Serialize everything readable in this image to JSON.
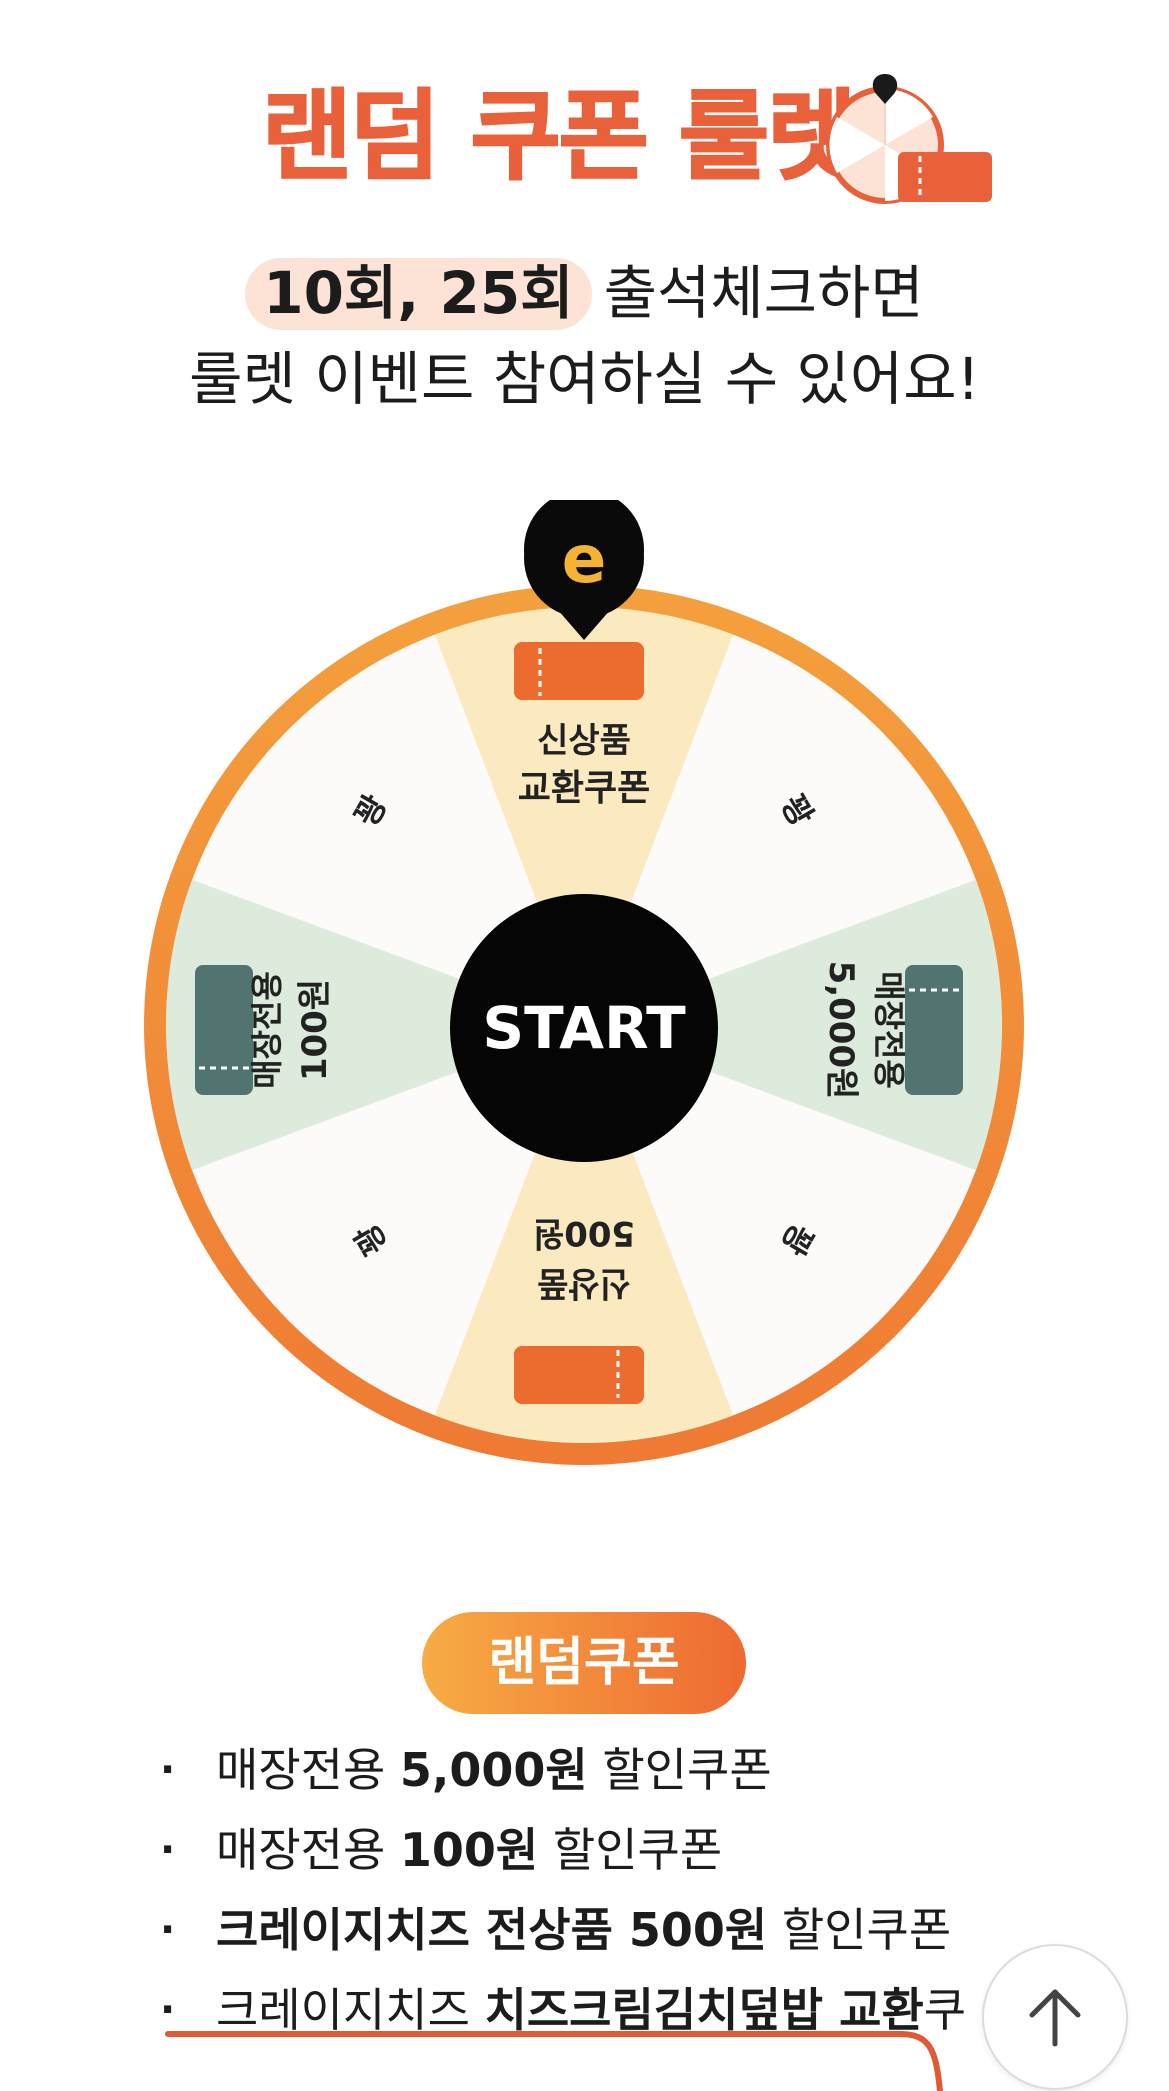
{
  "header": {
    "title": "랜덤 쿠폰 룰렛"
  },
  "intro": {
    "highlight": "10회, 25회",
    "line1_rest": "출석체크하면",
    "line2": "룰렛 이벤트 참여하실 수 있어요!"
  },
  "roulette": {
    "start_label": "START",
    "pin_letter": "e",
    "segments": {
      "top_line1": "신상품",
      "top_line2": "교환쿠폰",
      "right_line1": "매장전용",
      "right_line2": "5,000원",
      "left_line1": "매장전용",
      "left_line2": "100원",
      "bottom_line1": "신상품",
      "bottom_line2": "500원",
      "miss": "꽝"
    }
  },
  "coupon_section": {
    "badge": "랜덤쿠폰",
    "items": [
      {
        "pre": "매장전용 ",
        "bold": "5,000원",
        "post": " 할인쿠폰"
      },
      {
        "pre": "매장전용 ",
        "bold": "100원",
        "post": " 할인쿠폰"
      },
      {
        "pre": "",
        "bold": "크레이지치즈 전상품 500원",
        "post": " 할인쿠폰"
      },
      {
        "pre": "크레이지치즈 ",
        "bold": "치즈크림김치덮밥 교환",
        "post": "쿠"
      }
    ],
    "bullet": "·"
  },
  "colors": {
    "accent": "#e8613a",
    "wheel_ring": "#f09a3a",
    "segment_yellow": "#fbe9bf",
    "segment_green": "#dcebdc",
    "segment_white": "#fdfafa",
    "coupon_orange": "#ec6b2e",
    "coupon_teal": "#527470"
  },
  "icons": {
    "scroll_top": "arrow-up-icon",
    "title_deco": "roulette-coupon-icon"
  }
}
